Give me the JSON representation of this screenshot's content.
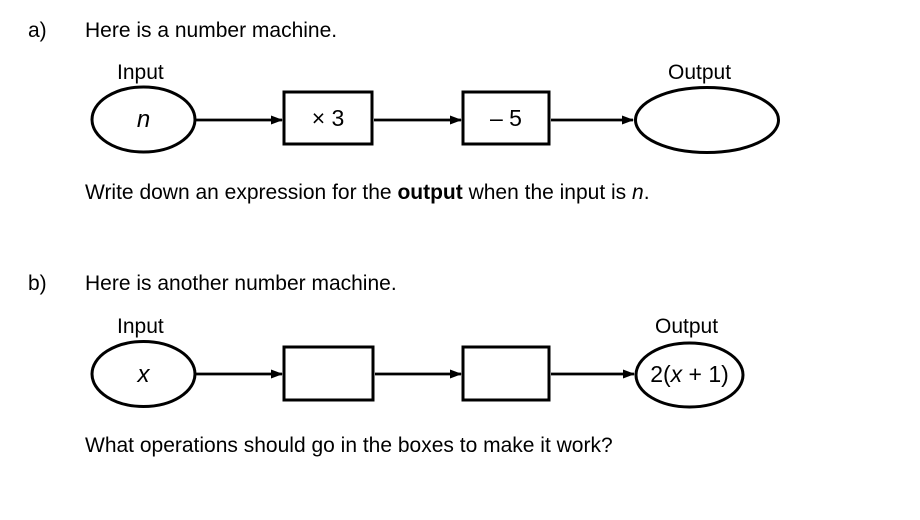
{
  "page": {
    "background": "#ffffff",
    "ink": "#000000"
  },
  "section_a": {
    "label": "a)",
    "heading": "Here is a number machine.",
    "machine": {
      "input_label": "Input",
      "output_label": "Output",
      "input_value": "n",
      "box1": "× 3",
      "box2": "– 5",
      "output_value": ""
    },
    "question": {
      "prefix": "Write down an expression for the ",
      "bold": "output",
      "middle": " when the input is ",
      "variable": "n",
      "suffix": "."
    }
  },
  "section_b": {
    "label": "b)",
    "heading": "Here is another number machine.",
    "machine": {
      "input_label": "Input",
      "output_label": "Output",
      "input_value": "x",
      "box1": "",
      "box2": "",
      "output_parts": {
        "pre": "2(",
        "var": "x",
        "post": " + 1)"
      }
    },
    "question": "What operations should go in the boxes to make it work?"
  }
}
